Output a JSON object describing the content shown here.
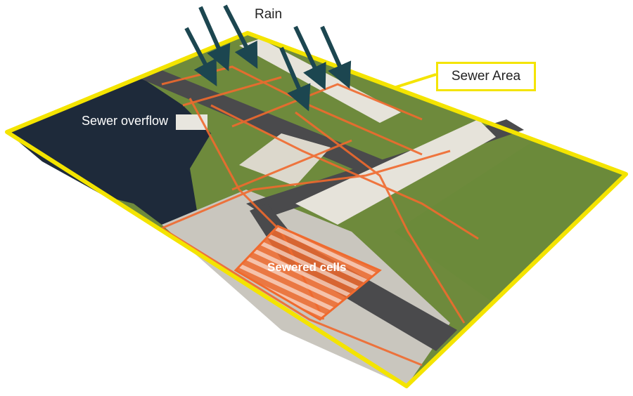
{
  "labels": {
    "rain": "Rain",
    "sewer_area": "Sewer Area",
    "sewer_overflow": "Sewer overflow",
    "sewered_cells": "Sewered cells"
  },
  "colors": {
    "outline": "#f4e400",
    "grid": "#f06a2e",
    "arrow": "#1c4650",
    "water": "#1e2a3a",
    "grass": "#5f7a32",
    "road": "#4a4a4c"
  }
}
